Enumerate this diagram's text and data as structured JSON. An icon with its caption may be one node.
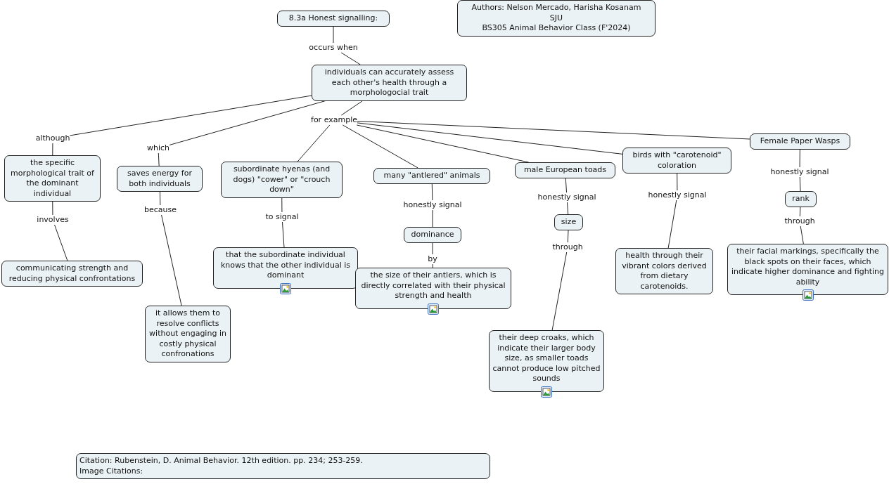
{
  "diagram": {
    "nodes": [
      {
        "text": [
          "8.3a Honest signalling:"
        ]
      },
      {
        "text": [
          "Authors: Nelson Mercado, Harisha Kosanam",
          "SJU",
          "BS305 Animal Behavior Class (F'2024)"
        ]
      },
      {
        "text": [
          "occurs when"
        ]
      },
      {
        "text": [
          "individuals can accurately assess each other's health through a morphologocial trait"
        ]
      },
      {
        "text": [
          "although"
        ]
      },
      {
        "text": [
          "which"
        ]
      },
      {
        "text": [
          "for example"
        ]
      },
      {
        "text": [
          "the specific morphological trait of the dominant individual"
        ]
      },
      {
        "text": [
          "saves energy for both individuals"
        ]
      },
      {
        "text": [
          "subordinate hyenas (and dogs) \"cower\" or \"crouch down\""
        ]
      },
      {
        "text": [
          "many \"antlered\" animals"
        ]
      },
      {
        "text": [
          "male European toads"
        ]
      },
      {
        "text": [
          "birds with \"carotenoid\" coloration"
        ]
      },
      {
        "text": [
          "Female Paper Wasps"
        ]
      },
      {
        "text": [
          "involves"
        ]
      },
      {
        "text": [
          "because"
        ]
      },
      {
        "text": [
          "to signal"
        ]
      },
      {
        "text": [
          "honestly signal"
        ]
      },
      {
        "text": [
          "honestly signal"
        ]
      },
      {
        "text": [
          "honestly signal"
        ]
      },
      {
        "text": [
          "honestly signal"
        ]
      },
      {
        "text": [
          "dominance"
        ]
      },
      {
        "text": [
          "size"
        ]
      },
      {
        "text": [
          "rank"
        ]
      },
      {
        "text": [
          "by"
        ]
      },
      {
        "text": [
          "through"
        ]
      },
      {
        "text": [
          "through"
        ]
      },
      {
        "text": [
          "communicating strength and reducing physical confrontations"
        ]
      },
      {
        "text": [
          "that the subordinate individual knows that the other individual is dominant"
        ]
      },
      {
        "text": [
          "the size of their antlers, which is directly correlated with their physical strength and health"
        ]
      },
      {
        "text": [
          "health through their vibrant colors derived from dietary carotenoids."
        ]
      },
      {
        "text": [
          "their facial markings, specifically the black spots on their faces, which indicate higher dominance and fighting ability"
        ]
      },
      {
        "text": [
          "it allows them to resolve conflicts without engaging in costly physical confronations"
        ]
      },
      {
        "text": [
          "their deep croaks, which indicate their larger body size, as smaller toads cannot produce low pitched sounds"
        ]
      },
      {
        "text": [
          "Citation: Rubenstein, D. Animal Behavior. 12th edition. pp. 234; 253-259.",
          "Image Citations:"
        ]
      }
    ],
    "edges": [
      {
        "from": 0,
        "to": 2,
        "arrow": "none"
      },
      {
        "from": 2,
        "to": 3,
        "arrow": "none"
      },
      {
        "from": 3,
        "to": 4,
        "arrow": "none"
      },
      {
        "from": 3,
        "to": 5,
        "arrow": "none"
      },
      {
        "from": 3,
        "to": 6,
        "arrow": "none"
      },
      {
        "from": 4,
        "to": 7,
        "arrow": "none"
      },
      {
        "from": 5,
        "to": 8,
        "arrow": "none"
      },
      {
        "from": 6,
        "to": 9,
        "arrow": "none"
      },
      {
        "from": 6,
        "to": 10,
        "arrow": "none"
      },
      {
        "from": 6,
        "to": 11,
        "arrow": "none"
      },
      {
        "from": 6,
        "to": 12,
        "arrow": "none"
      },
      {
        "from": 6,
        "to": 13,
        "arrow": "none"
      },
      {
        "from": 7,
        "to": 14,
        "arrow": "none"
      },
      {
        "from": 14,
        "to": 27,
        "arrow": "none"
      },
      {
        "from": 8,
        "to": 15,
        "arrow": "none"
      },
      {
        "from": 15,
        "to": 32,
        "arrow": "none"
      },
      {
        "from": 9,
        "to": 16,
        "arrow": "none"
      },
      {
        "from": 16,
        "to": 28,
        "arrow": "none"
      },
      {
        "from": 10,
        "to": 17,
        "arrow": "none"
      },
      {
        "from": 17,
        "to": 21,
        "arrow": "none"
      },
      {
        "from": 21,
        "to": 24,
        "arrow": "none"
      },
      {
        "from": 24,
        "to": 29,
        "arrow": "none"
      },
      {
        "from": 11,
        "to": 18,
        "arrow": "none"
      },
      {
        "from": 18,
        "to": 22,
        "arrow": "none"
      },
      {
        "from": 22,
        "to": 25,
        "arrow": "none"
      },
      {
        "from": 25,
        "to": 33,
        "arrow": "none"
      },
      {
        "from": 12,
        "to": 19,
        "arrow": "none"
      },
      {
        "from": 19,
        "to": 30,
        "arrow": "none"
      },
      {
        "from": 13,
        "to": 20,
        "arrow": "none"
      },
      {
        "from": 20,
        "to": 23,
        "arrow": "none"
      },
      {
        "from": 23,
        "to": 26,
        "arrow": "none"
      },
      {
        "from": 26,
        "to": 31,
        "arrow": "none"
      }
    ]
  }
}
